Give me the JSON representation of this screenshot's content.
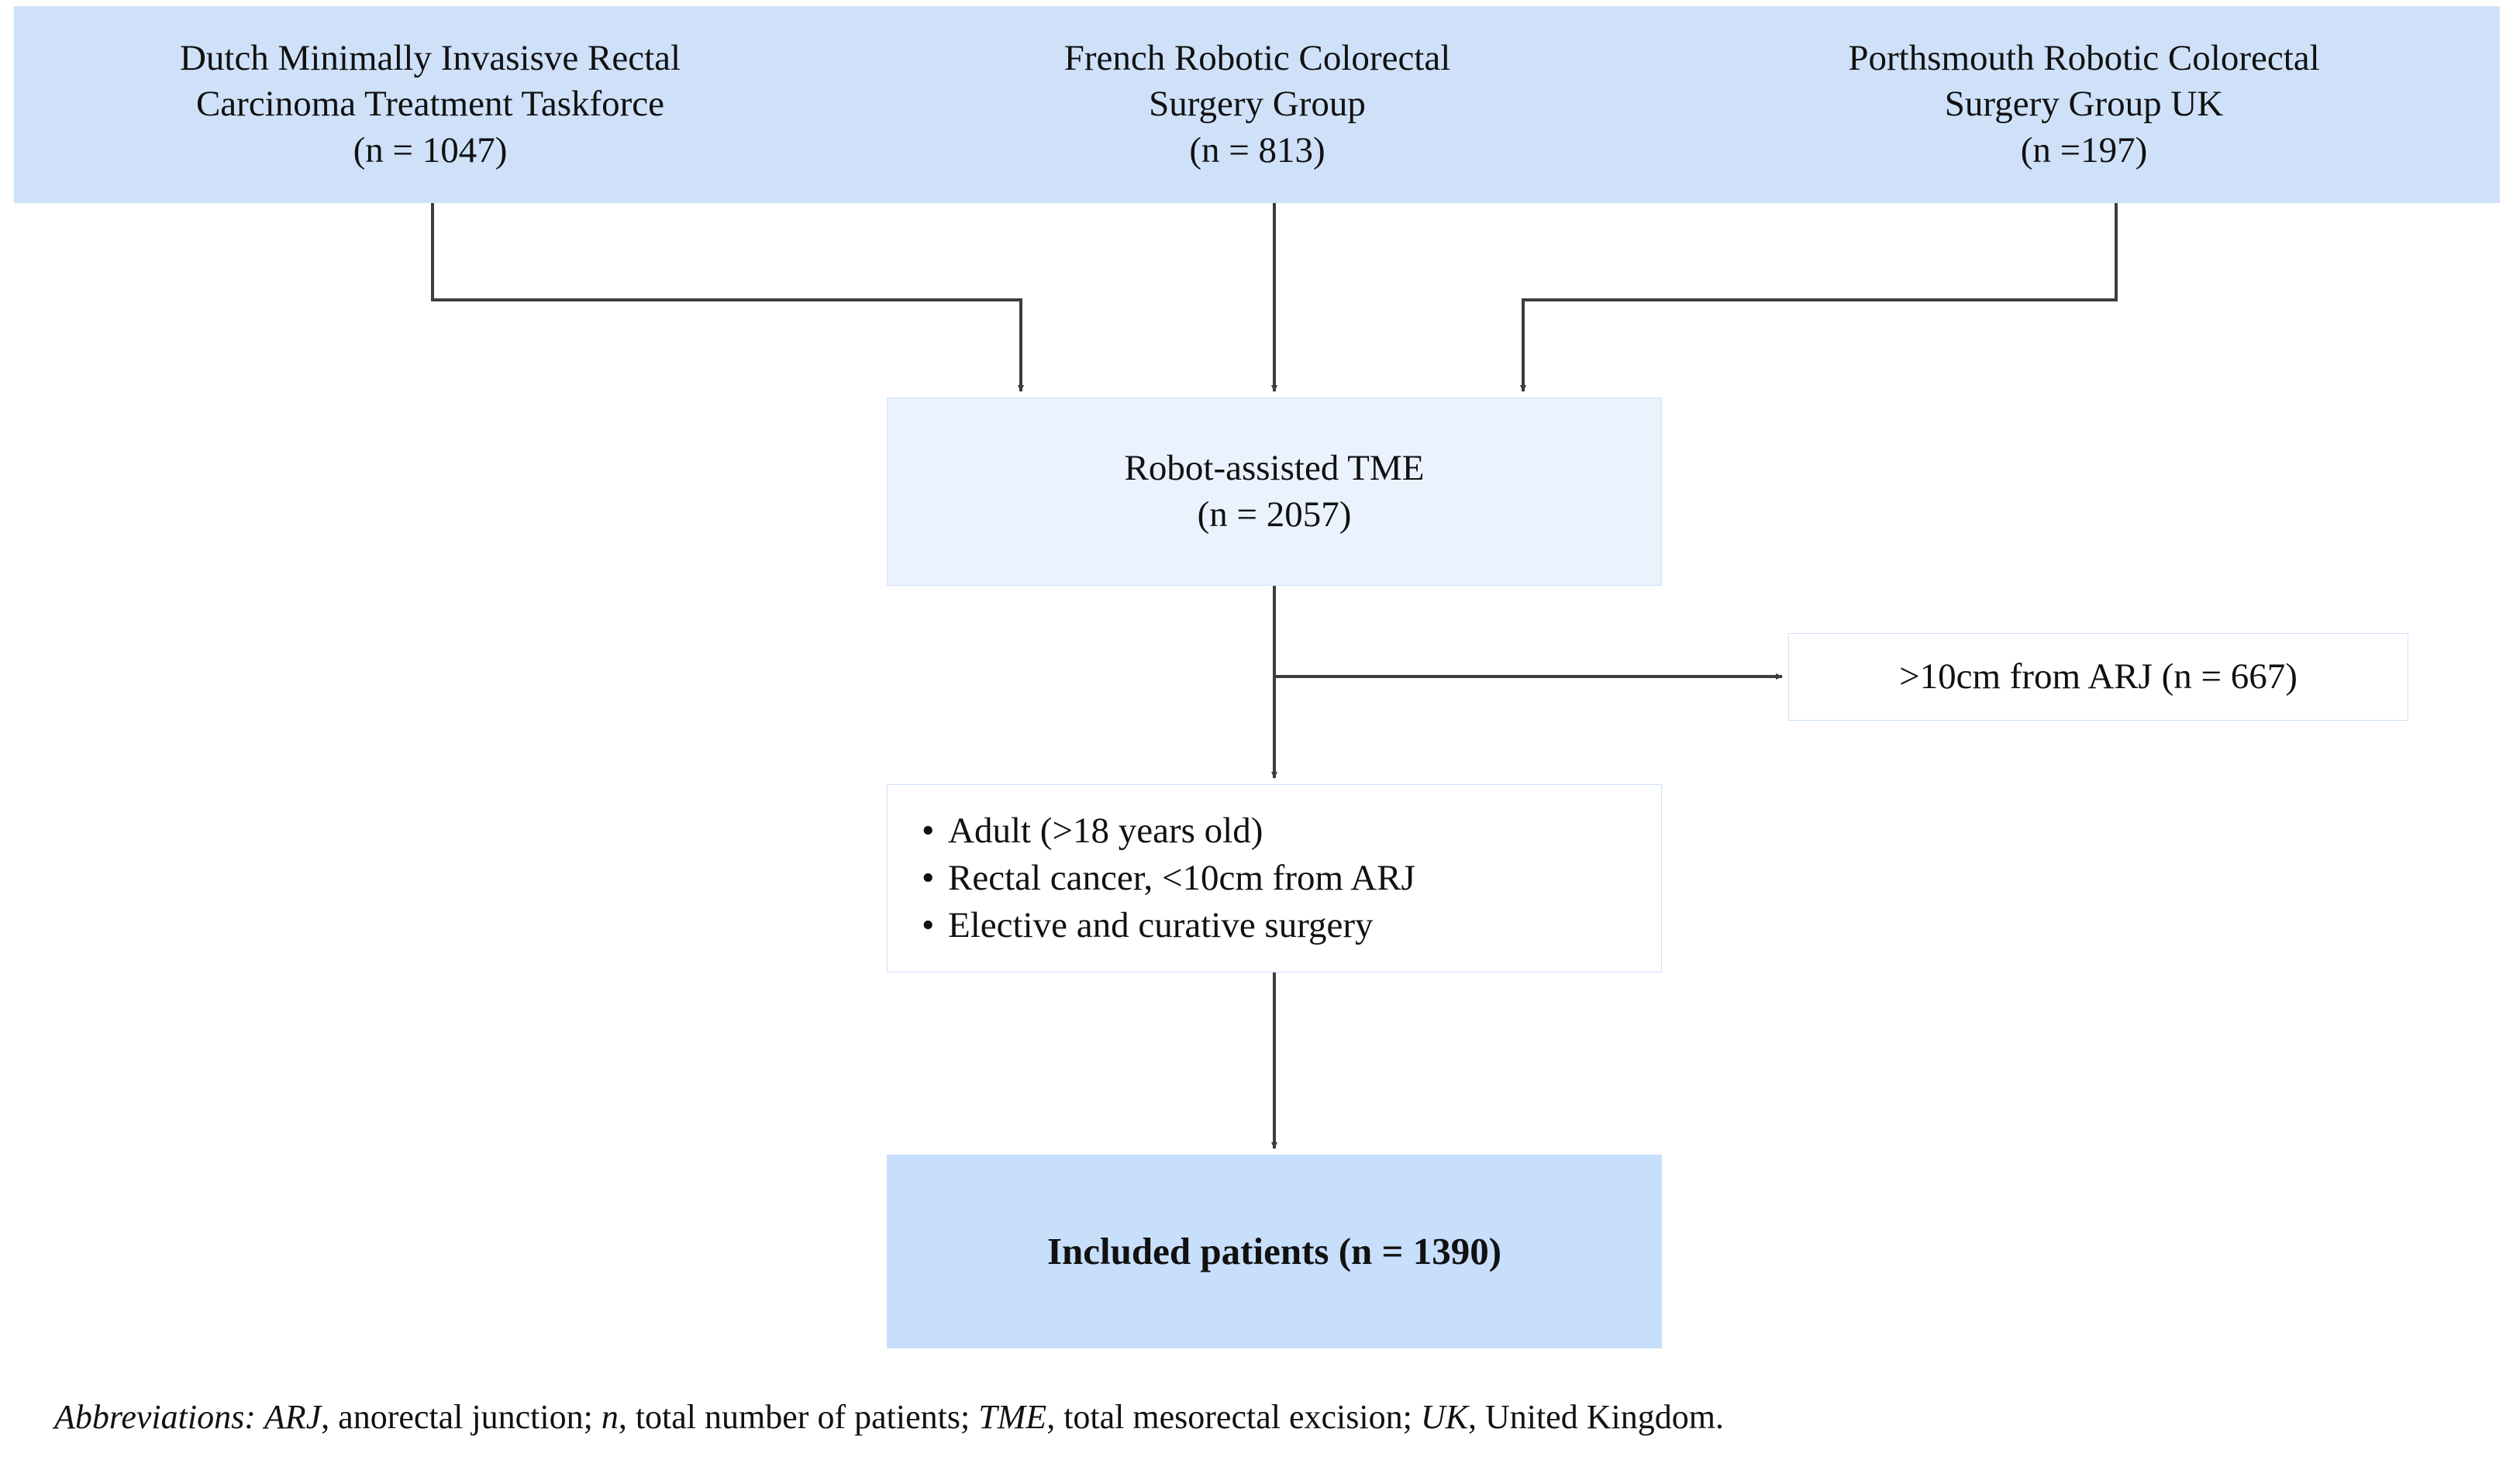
{
  "figure": {
    "type": "flowchart",
    "title": "Patient selection flow diagram",
    "colors": {
      "source_band_fill": "#cfe1f9",
      "tme_box_fill": "#eaf2fe",
      "criteria_box_fill": "#ffffff",
      "exclusion_box_fill": "#ffffff",
      "included_box_fill": "#c8dffb",
      "box_border": "#cfe1f9",
      "connector_line": "#3d3d3d",
      "text": "#111111"
    }
  },
  "sources": [
    {
      "id": "dutch",
      "line1": "Dutch Minimally Invasisve Rectal",
      "line2": "Carcinoma Treatment Taskforce",
      "line3": "(n = 1047)",
      "n": 1047
    },
    {
      "id": "french",
      "line1": "French Robotic Colorectal",
      "line2": "Surgery Group",
      "line3": "(n = 813)",
      "n": 813
    },
    {
      "id": "uk",
      "line1": "Porthsmouth Robotic Colorectal",
      "line2": "Surgery Group UK",
      "line3": "(n =197)",
      "n": 197
    }
  ],
  "pooled": {
    "line1": "Robot-assisted TME",
    "line2": "(n = 2057)",
    "n": 2057
  },
  "exclusion": {
    "label": ">10cm from ARJ (n = 667)",
    "n": 667
  },
  "criteria": {
    "items": [
      "Adult (>18 years old)",
      "Rectal cancer, <10cm from ARJ",
      "Elective and curative surgery"
    ]
  },
  "included": {
    "label": "Included patients (n = 1390)",
    "n": 1390
  },
  "footnote": {
    "lead": "Abbreviations:",
    "entries": [
      {
        "term": "ARJ",
        "definition": "anorectal junction"
      },
      {
        "term": "n",
        "definition": "total number of patients"
      },
      {
        "term": "TME",
        "definition": "total mesorectal excision"
      },
      {
        "term": "UK",
        "definition": "United Kingdom"
      }
    ]
  },
  "chart_data": {
    "type": "flow",
    "nodes": [
      {
        "id": "dutch",
        "label": "Dutch Minimally Invasisve Rectal Carcinoma Treatment Taskforce",
        "value": 1047
      },
      {
        "id": "french",
        "label": "French Robotic Colorectal Surgery Group",
        "value": 813
      },
      {
        "id": "uk",
        "label": "Porthsmouth Robotic Colorectal Surgery Group UK",
        "value": 197
      },
      {
        "id": "tme",
        "label": "Robot-assisted TME",
        "value": 2057
      },
      {
        "id": "excluded",
        "label": ">10cm from ARJ",
        "value": 667
      },
      {
        "id": "criteria",
        "label": "Adult (>18 years old); Rectal cancer, <10cm from ARJ; Elective and curative surgery",
        "value": null
      },
      {
        "id": "included",
        "label": "Included patients",
        "value": 1390
      }
    ],
    "edges": [
      {
        "from": "dutch",
        "to": "tme"
      },
      {
        "from": "french",
        "to": "tme"
      },
      {
        "from": "uk",
        "to": "tme"
      },
      {
        "from": "tme",
        "to": "excluded",
        "kind": "exclusion"
      },
      {
        "from": "tme",
        "to": "criteria"
      },
      {
        "from": "criteria",
        "to": "included"
      }
    ]
  }
}
